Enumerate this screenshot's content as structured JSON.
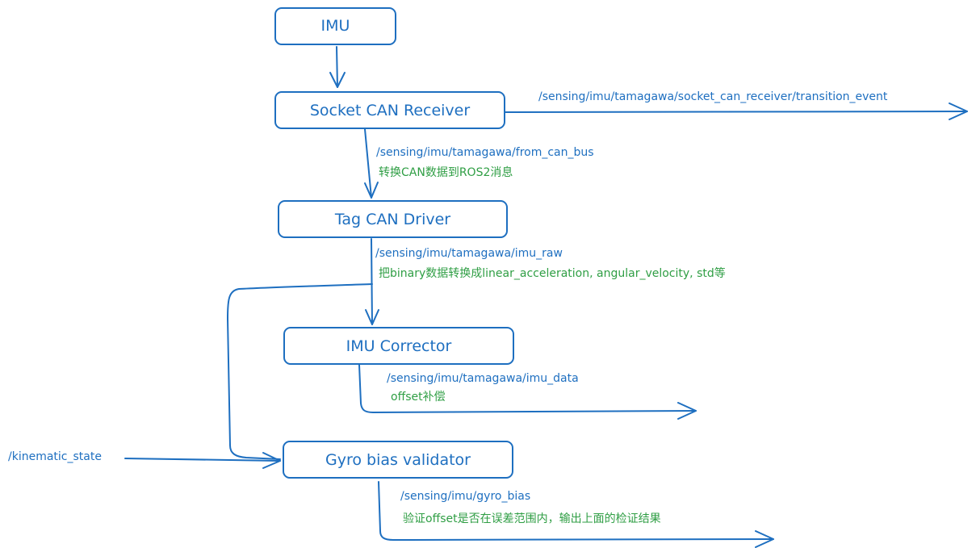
{
  "colors": {
    "stroke": "#1e6fc0",
    "topic": "#1e6fc0",
    "note": "#2f9e44",
    "background": "#ffffff"
  },
  "nodes": {
    "imu": "IMU",
    "socket_can_receiver": "Socket CAN Receiver",
    "tag_can_driver": "Tag CAN Driver",
    "imu_corrector": "IMU Corrector",
    "gyro_bias_validator": "Gyro bias validator"
  },
  "topics": {
    "transition_event": "/sensing/imu/tamagawa/socket_can_receiver/transition_event",
    "from_can_bus": "/sensing/imu/tamagawa/from_can_bus",
    "imu_raw": "/sensing/imu/tamagawa/imu_raw",
    "imu_data": "/sensing/imu/tamagawa/imu_data",
    "kinematic_state": "/kinematic_state",
    "gyro_bias": "/sensing/imu/gyro_bias"
  },
  "notes": {
    "from_can_bus": "转换CAN数据到ROS2消息",
    "imu_raw": "把binary数据转换成linear_acceleration, angular_velocity, std等",
    "imu_data": "offset补偿",
    "gyro_bias": "验证offset是否在误差范围内，输出上面的检证结果"
  }
}
